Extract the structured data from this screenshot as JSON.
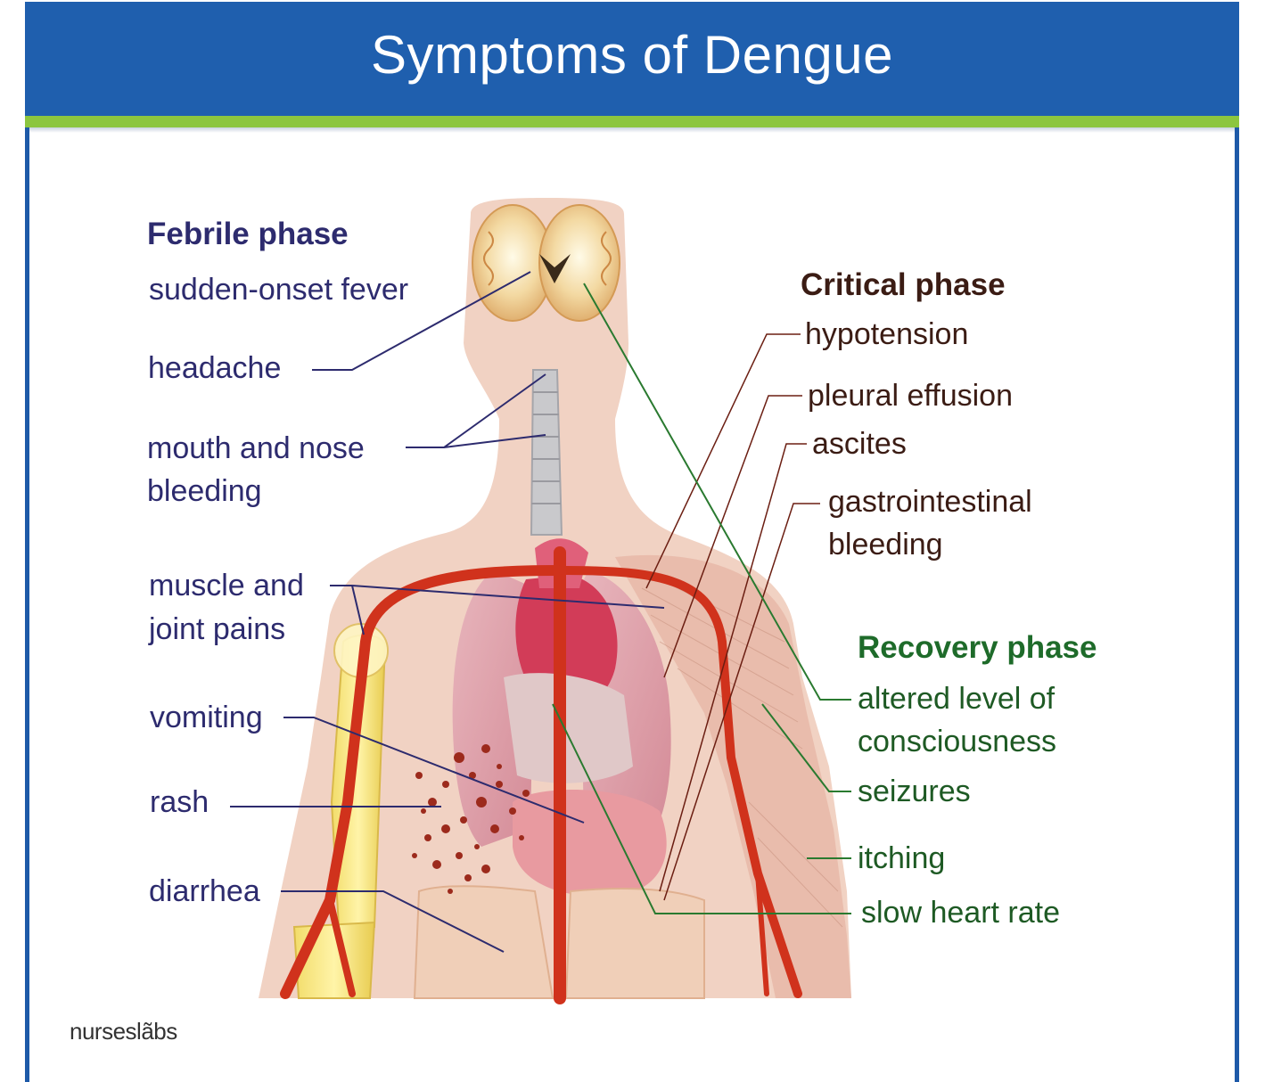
{
  "title": "Symptoms of Dengue",
  "colors": {
    "header_blue": "#1f5fae",
    "header_green": "#8cc63f",
    "febrile": "#2d2b6e",
    "critical": "#3b1c14",
    "recovery": "#1e6b2a",
    "artery": "#d0321c",
    "skin": "#f1d2c3"
  },
  "febrile": {
    "heading": "Febrile phase",
    "symptoms": {
      "fever": "sudden-onset fever",
      "headache": "headache",
      "bleeding_1": "mouth and nose",
      "bleeding_2": "bleeding",
      "pain_1": "muscle and",
      "pain_2": "joint pains",
      "vomiting": "vomiting",
      "rash": "rash",
      "diarrhea": "diarrhea"
    }
  },
  "critical": {
    "heading": "Critical phase",
    "symptoms": {
      "hypotension": "hypotension",
      "pleural": "pleural effusion",
      "ascites": "ascites",
      "gi_1": "gastrointestinal",
      "gi_2": "bleeding"
    }
  },
  "recovery": {
    "heading": "Recovery phase",
    "symptoms": {
      "altered_1": "altered level of",
      "altered_2": "consciousness",
      "seizures": "seizures",
      "itching": "itching",
      "heart": "slow heart rate"
    }
  },
  "logo": {
    "text": "nurseslãbs",
    "icon": "nurse-cap-icon"
  }
}
